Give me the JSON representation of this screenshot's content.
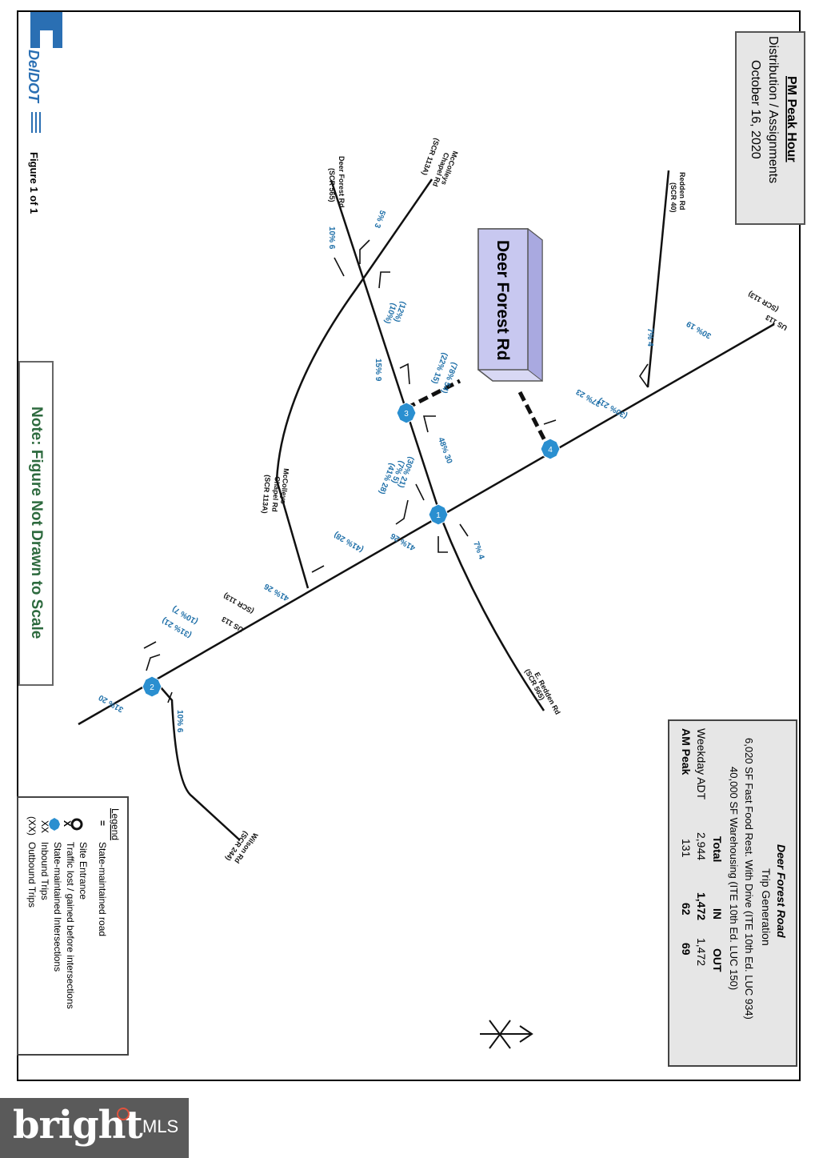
{
  "title_box": {
    "line1": "PM Peak Hour",
    "line2": "Distribution / Assignments",
    "line3": "October 16, 2020"
  },
  "site_label": "Deer Forest Rd",
  "logo_text": "DelDOT",
  "figure_label": "Figure 1 of 1",
  "note": "Note: Figure Not Drawn to Scale",
  "roads": {
    "redden": "Redden Rd",
    "redden_scr": "(SCR 40)",
    "us113_ne": "US 113",
    "us113_ne_scr": "(SCR 113)",
    "mccolleys_n1": "McColleys",
    "mccolleys_n2": "Chapel Rd",
    "mccolleys_n_scr": "(SCR 113A)",
    "deerforest": "Deer Forest Rd",
    "deerforest_scr": "(SCR 565)",
    "mccolleys_s1": "McColleys",
    "mccolleys_s2": "Chapel Rd",
    "mccolleys_s_scr": "(SCR 113A)",
    "us113_mid": "US 113",
    "us113_mid_scr": "(SCR 113)",
    "eredden": "E. Redden Rd",
    "eredden_scr": "(SCR 565)",
    "wilson": "Wilson Rd",
    "wilson_scr": "(SCR 244)"
  },
  "assignments": {
    "a1": "5% 3",
    "a2": "10% 6",
    "a3": "(12%)",
    "a4": "(10%)",
    "a5": "15% 9",
    "a6": "(78% 54)",
    "a7": "(22% 15)",
    "a8": "48% 30",
    "a9": "(30% 21)",
    "a10": "(7% 5)",
    "a11": "(41% 28)",
    "a12": "7% 4",
    "a13": "30% 19",
    "a14": "37% 23",
    "a15": "(30% 21)",
    "a16": "7% 4",
    "a17": "(41% 28)",
    "a18": "41% 26",
    "a19": "41% 26",
    "a20": "(10% 7)",
    "a21": "(31% 21)",
    "a22": "31% 20",
    "a23": "10% 6"
  },
  "intersections": {
    "i1": "1",
    "i2": "2",
    "i3": "3",
    "i4": "4"
  },
  "trip_gen": {
    "title": "Deer Forest Road",
    "subtitle": "Trip Generation",
    "line1": "6,020 SF Fast Food Rest. With Drive (ITE 10th Ed. LUC 934)",
    "line2": "40,000 SF Warehousing (ITE 10th Ed. LUC 150)",
    "col_total": "Total",
    "col_in": "IN",
    "col_out": "OUT",
    "rows": [
      {
        "label": "Weekday ADT",
        "total": "2,944",
        "in": "1,472",
        "out": "1,472"
      },
      {
        "label": "AM Peak",
        "total": "131",
        "in": "62",
        "out": "69"
      }
    ]
  },
  "legend": {
    "title": "Legend",
    "items": [
      {
        "sym": "=",
        "text": "State-maintained road"
      },
      {
        "sym": "O",
        "text": "Site Entrance"
      },
      {
        "sym": "X",
        "text": "Traffic lost / gained before intersections"
      },
      {
        "sym": "X",
        "text": "State-maintained Intersections"
      },
      {
        "sym": "XX",
        "text": "Inbound Trips"
      },
      {
        "sym": "(XX)",
        "text": "Outbound Trips"
      }
    ]
  },
  "watermark": {
    "brand": "bright",
    "suffix": "MLS"
  },
  "colors": {
    "blue": "#1e6fa8",
    "node": "#2a8fd0",
    "box": "#c8c8f0",
    "panel": "#e6e6e6"
  }
}
